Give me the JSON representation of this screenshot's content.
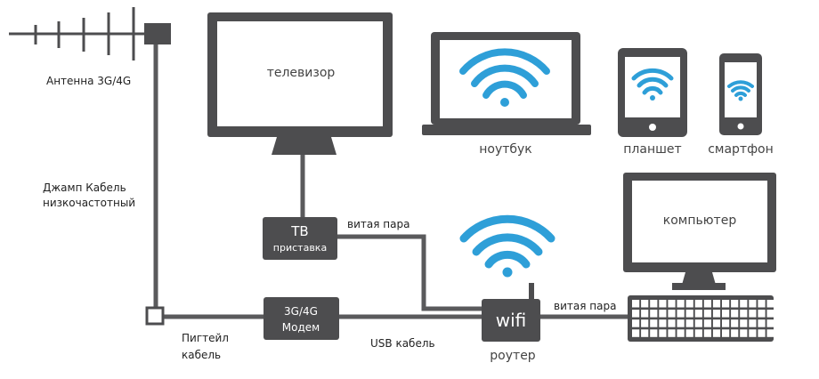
{
  "labels": {
    "antenna": "Антенна 3G/4G",
    "jump_cable_line1": "Джамп Кабель",
    "jump_cable_line2": "низкочастотный",
    "pigtail_line1": "Пигтейл",
    "pigtail_line2": "кабель",
    "tv": "телевизор",
    "laptop": "ноутбук",
    "tablet": "планшет",
    "smartphone": "смартфон",
    "computer": "компьютер",
    "tv_box_line1": "ТВ",
    "tv_box_line2": "приставка",
    "twisted_pair_tv": "витая пара",
    "twisted_pair_pc": "витая пара",
    "modem_line1": "3G/4G",
    "modem_line2": "Модем",
    "usb_cable": "USB кабель",
    "router_box": "wifi",
    "router_caption": "роутер"
  },
  "colors": {
    "device_gray": "#4d4d4f",
    "wifi_blue": "#2e9fd8",
    "cable_gray": "#5a5a5c"
  },
  "icons": [
    "antenna-icon",
    "tv-icon",
    "laptop-icon",
    "tablet-icon",
    "smartphone-icon",
    "computer-icon",
    "keyboard-icon",
    "wifi-icon"
  ]
}
